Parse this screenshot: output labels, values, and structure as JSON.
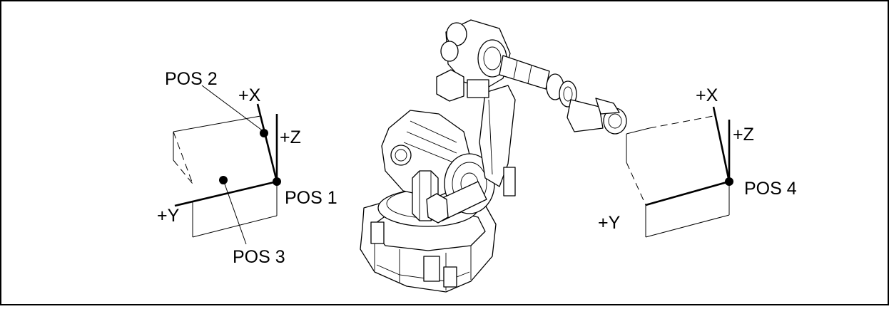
{
  "labels": {
    "pos1": "POS 1",
    "pos2": "POS 2",
    "pos3": "POS 3",
    "pos4": "POS 4",
    "left_x": "+X",
    "left_y": "+Y",
    "left_z": "+Z",
    "right_x": "+X",
    "right_y": "+Y",
    "right_z": "+Z"
  },
  "colors": {
    "line": "#000000",
    "background": "#ffffff"
  }
}
